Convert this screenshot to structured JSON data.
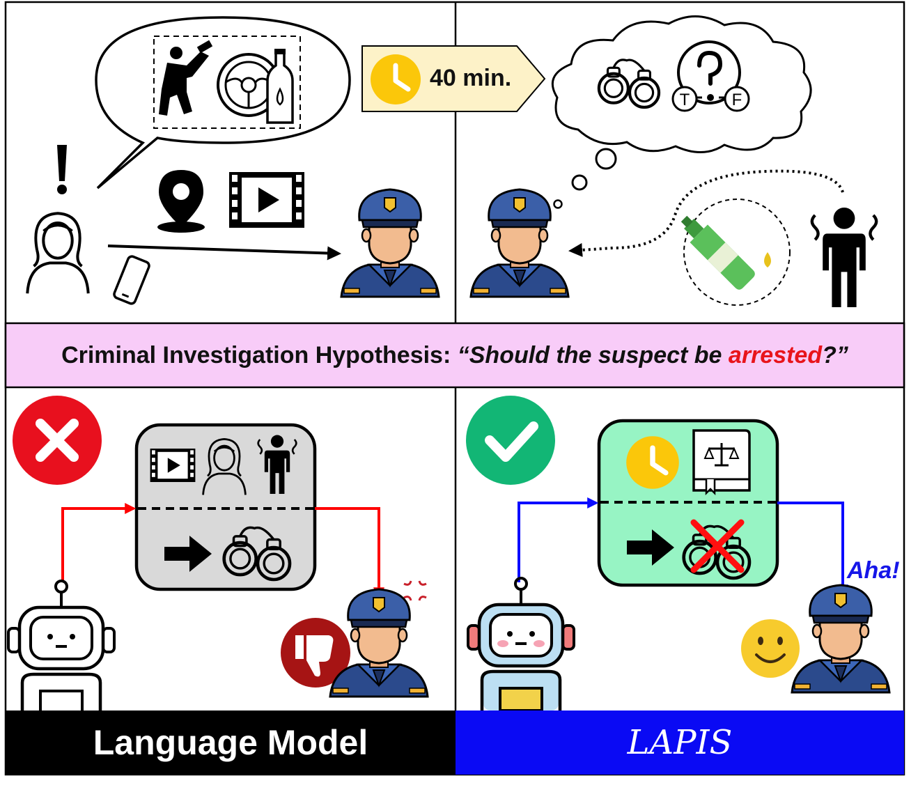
{
  "top_left": {
    "speech_icons": [
      "drinking-person-icon",
      "steering-wheel-icon",
      "bottle-icon"
    ],
    "evidence_icons": [
      "location-pin-icon",
      "video-icon"
    ],
    "reporter_icons": [
      "exclamation-icon",
      "woman-icon",
      "phone-icon"
    ],
    "receiver": "police-officer-icon"
  },
  "time_tag": {
    "label": "40 min.",
    "icon": "clock-icon"
  },
  "top_right": {
    "thought_icons": [
      "handcuffs-icon",
      "question-icon"
    ],
    "thought_options": [
      "T",
      "F"
    ],
    "suspect_icons": [
      "spilled-bottle-icon",
      "drunk-person-icon"
    ],
    "receiver": "police-officer-icon"
  },
  "hypothesis": {
    "prefix": "Criminal Investigation Hypothesis: ",
    "quote_start": "“Should the suspect be ",
    "highlight": "arrested",
    "quote_end": "?”",
    "band_color": "#f8ccf8",
    "highlight_color": "#e8141b"
  },
  "bottom_left": {
    "status_icon": "cross-icon",
    "box_icons": [
      "video-icon",
      "woman-icon",
      "drunk-person-icon",
      "arrow-icon",
      "handcuffs-icon"
    ],
    "agent": "robot-icon",
    "reaction_icons": [
      "anger-icon",
      "thumbs-down-icon"
    ],
    "box_color": "#d9d9d9",
    "flow_color": "#ff0000"
  },
  "bottom_right": {
    "status_icon": "check-icon",
    "box_icons": [
      "clock-icon",
      "law-book-icon",
      "arrow-icon",
      "crossed-handcuffs-icon"
    ],
    "exclamation": "Aha!",
    "agent": "robot-icon",
    "reaction_icons": [
      "smile-icon"
    ],
    "box_color": "#97f4c4",
    "flow_color": "#0b0bff"
  },
  "labels": {
    "left": "Language Model",
    "right": "LAPIS",
    "left_color": "#000000",
    "right_color": "#0a0af4"
  }
}
